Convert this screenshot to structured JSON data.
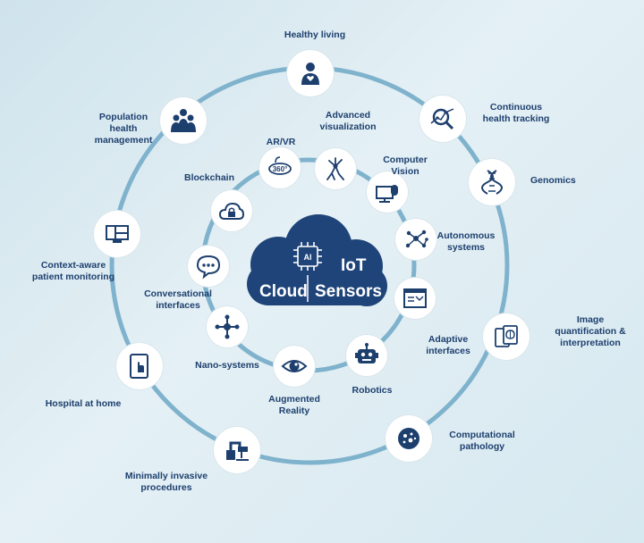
{
  "center": {
    "cloud": "Cloud",
    "iot": "IoT",
    "sensors": "Sensors",
    "chip_label": "AI"
  },
  "outer_ring": [
    {
      "label": "Healthy living",
      "icon": "person-heart-icon"
    },
    {
      "label": "Continuous\nhealth tracking",
      "icon": "magnifier-graph-icon"
    },
    {
      "label": "Genomics",
      "icon": "dna-icon"
    },
    {
      "label": "Image\nquantification &\ninterpretation",
      "icon": "brain-scan-icon"
    },
    {
      "label": "Computational\npathology",
      "icon": "petri-dish-icon"
    },
    {
      "label": "Minimally invasive\nprocedures",
      "icon": "surgical-robot-icon"
    },
    {
      "label": "Hospital at home",
      "icon": "tablet-touch-icon"
    },
    {
      "label": "Context-aware\npatient monitoring",
      "icon": "monitor-icon"
    },
    {
      "label": "Population\nhealth\nmanagement",
      "icon": "people-group-icon"
    }
  ],
  "inner_ring": [
    {
      "label": "AR/VR",
      "icon": "vr-360-icon",
      "badge": "360°"
    },
    {
      "label": "Advanced\nvisualization",
      "icon": "neuron-icon"
    },
    {
      "label": "Computer\nVision",
      "icon": "computer-eye-icon"
    },
    {
      "label": "Autonomous\nsystems",
      "icon": "network-nodes-icon"
    },
    {
      "label": "Adaptive\ninterfaces",
      "icon": "screen-interface-icon"
    },
    {
      "label": "Robotics",
      "icon": "robot-icon"
    },
    {
      "label": "Augmented\nReality",
      "icon": "eye-icon"
    },
    {
      "label": "Nano-systems",
      "icon": "molecule-icon"
    },
    {
      "label": "Conversational\ninterfaces",
      "icon": "speech-bubble-icon"
    },
    {
      "label": "Blockchain",
      "icon": "cloud-lock-icon"
    }
  ],
  "colors": {
    "ring": "#7fb2cc",
    "navy": "#1d3f6e",
    "cloud": "#1f4479"
  }
}
